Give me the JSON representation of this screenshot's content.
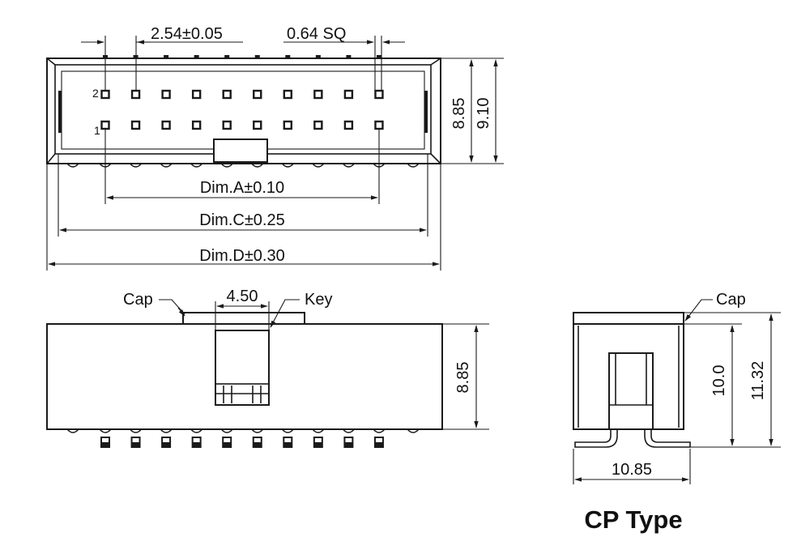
{
  "top_view": {
    "pitch_label": "2.54±0.05",
    "pin_size_label": "0.64 SQ",
    "height_inner_label": "8.85",
    "height_outer_label": "9.10",
    "dim_a_label": "Dim.A±0.10",
    "dim_c_label": "Dim.C±0.25",
    "dim_d_label": "Dim.D±0.30",
    "pin2_label": "2",
    "pin1_label": "1",
    "pins_per_row": 10
  },
  "side_view": {
    "cap_label": "Cap",
    "key_label": "Key",
    "key_width_label": "4.50",
    "height_label": "8.85"
  },
  "end_view": {
    "cap_label": "Cap",
    "inner_height_label": "10.0",
    "total_height_label": "11.32",
    "width_label": "10.85",
    "title": "CP Type"
  },
  "colors": {
    "line": "#1a1a1a",
    "background": "#ffffff"
  }
}
